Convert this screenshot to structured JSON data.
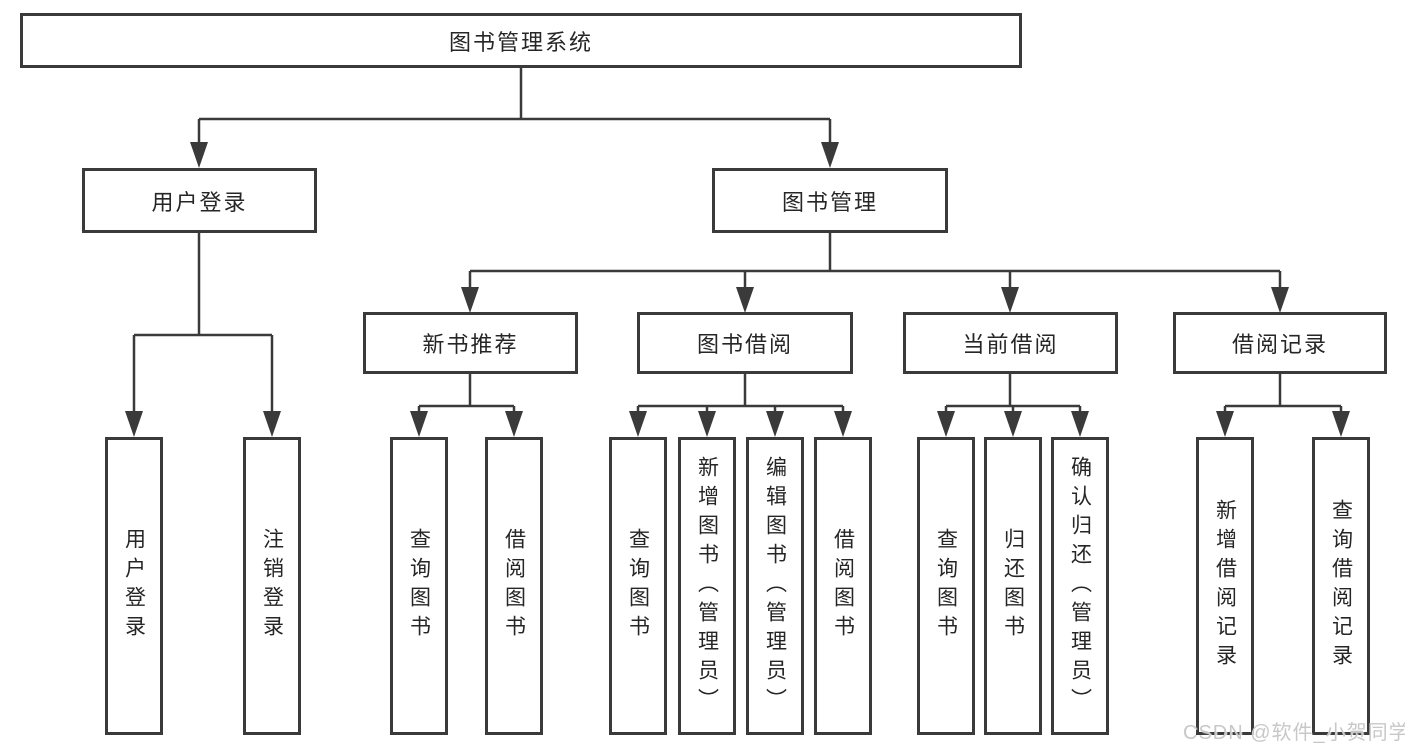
{
  "tree": {
    "label": "图书管理系统",
    "children": [
      {
        "label": "用户登录",
        "children": [
          {
            "label": "用户登录"
          },
          {
            "label": "注销登录"
          }
        ]
      },
      {
        "label": "图书管理",
        "children": [
          {
            "label": "新书推荐",
            "children": [
              {
                "label": "查询图书"
              },
              {
                "label": "借阅图书"
              }
            ]
          },
          {
            "label": "图书借阅",
            "children": [
              {
                "label": "查询图书"
              },
              {
                "label": "新增图书（管理员）"
              },
              {
                "label": "编辑图书（管理员）"
              },
              {
                "label": "借阅图书"
              }
            ]
          },
          {
            "label": "当前借阅",
            "children": [
              {
                "label": "查询图书"
              },
              {
                "label": "归还图书"
              },
              {
                "label": "确认归还（管理员）"
              }
            ]
          },
          {
            "label": "借阅记录",
            "children": [
              {
                "label": "新增借阅记录"
              },
              {
                "label": "查询借阅记录"
              }
            ]
          }
        ]
      }
    ]
  },
  "watermark": "CSDN @软件_小贺同学",
  "colors": {
    "line": "#3a3a3a",
    "box_border": "#3a3a3a",
    "text": "#262626",
    "watermark": "#c8c8c8",
    "background": "#ffffff"
  }
}
